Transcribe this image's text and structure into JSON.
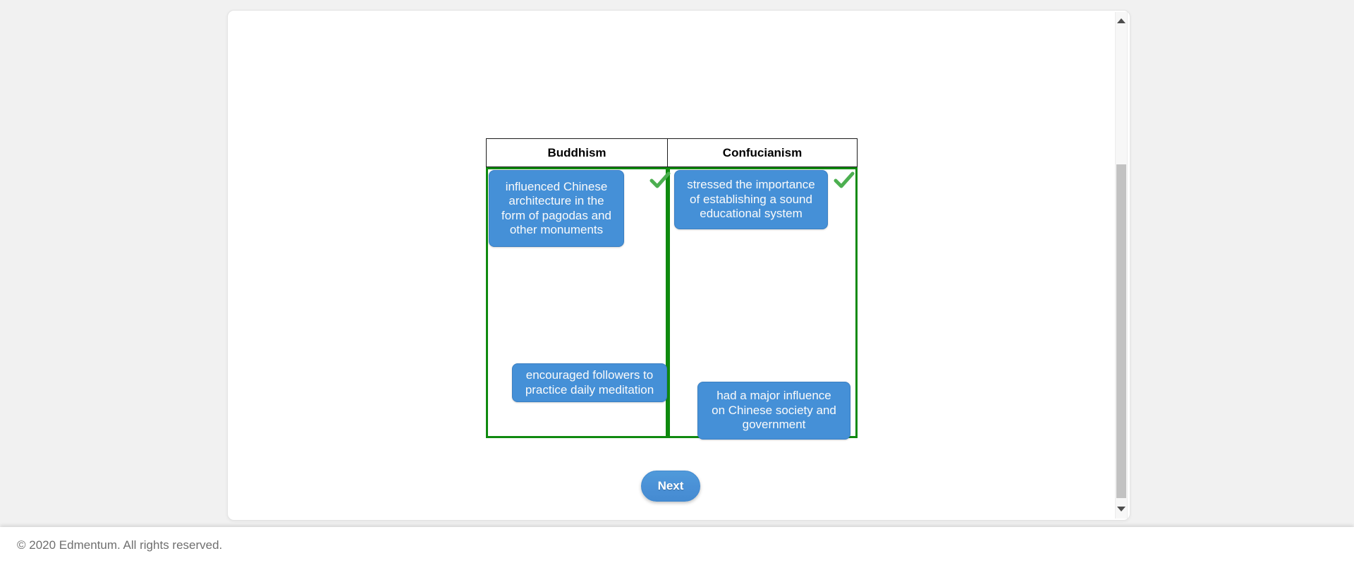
{
  "activity": {
    "table": {
      "columns": [
        {
          "header": "Buddhism",
          "result": "correct",
          "tiles": [
            {
              "text": "influenced Chinese architecture in the form of pagodas and other monuments",
              "lines": [
                "influenced Chinese",
                "architecture in the",
                "form of pagodas and",
                "other monuments"
              ]
            },
            {
              "text": "encouraged followers to practice daily meditation",
              "lines": [
                "encouraged followers to",
                "practice daily meditation"
              ]
            }
          ]
        },
        {
          "header": "Confucianism",
          "result": "correct",
          "tiles": [
            {
              "text": "stressed the importance of establishing a sound educational system",
              "lines": [
                "stressed the importance",
                "of establishing a sound",
                "educational system"
              ]
            },
            {
              "text": "had a major influence on Chinese society and government",
              "lines": [
                "had a major influence",
                "on Chinese society and",
                "government"
              ]
            }
          ]
        }
      ]
    },
    "next_button_label": "Next"
  },
  "footer": {
    "copyright": "© 2020 Edmentum. All rights reserved."
  },
  "icons": {
    "correct_mark": "checkmark-icon",
    "scroll_up": "chevron-up-icon",
    "scroll_down": "chevron-down-icon"
  },
  "colors": {
    "page_background": "#f1f1f1",
    "panel_background": "#ffffff",
    "tile_blue": "#4590d7",
    "cell_border_green": "#0f8a0f",
    "checkmark_green": "#4caf50",
    "button_blue": "#4a90d6",
    "header_border": "#1b1b1b",
    "footer_text": "#6f6f6f",
    "scrollbar_thumb": "#c2c2c2"
  }
}
